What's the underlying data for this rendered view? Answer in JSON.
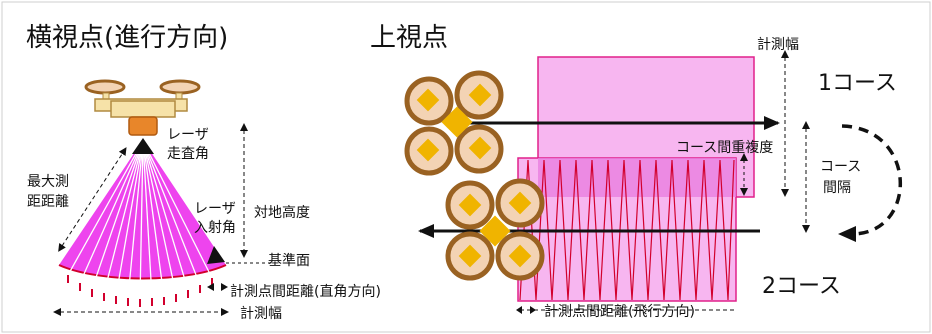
{
  "left_panel": {
    "title": "横視点(進行方向)",
    "laser_scan_angle": [
      "レーザ",
      "走査角"
    ],
    "max_range": [
      "最大測",
      "距距離"
    ],
    "laser_incidence_angle": [
      "レーザ",
      "入射角"
    ],
    "ground_altitude": "対地高度",
    "reference_plane": "基準面",
    "point_spacing_cross": "計測点間距離(直角方向)",
    "swath_width": "計測幅"
  },
  "right_panel": {
    "title": "上視点",
    "swath_width": "計測幅",
    "course1": "1コース",
    "overlap": "コース間重複度",
    "course_interval": [
      "コース",
      "間隔"
    ],
    "course2": "2コース",
    "point_spacing_flight": "計測点間距離(飛行方向)"
  },
  "colors": {
    "magenta": "#ee44ee",
    "pink_fill": "#f7b6f0",
    "laser_line": "#d2002d",
    "drone_body": "#f0b400",
    "propeller": "#9a6222",
    "propeller_fill": "#f3d3b4"
  }
}
